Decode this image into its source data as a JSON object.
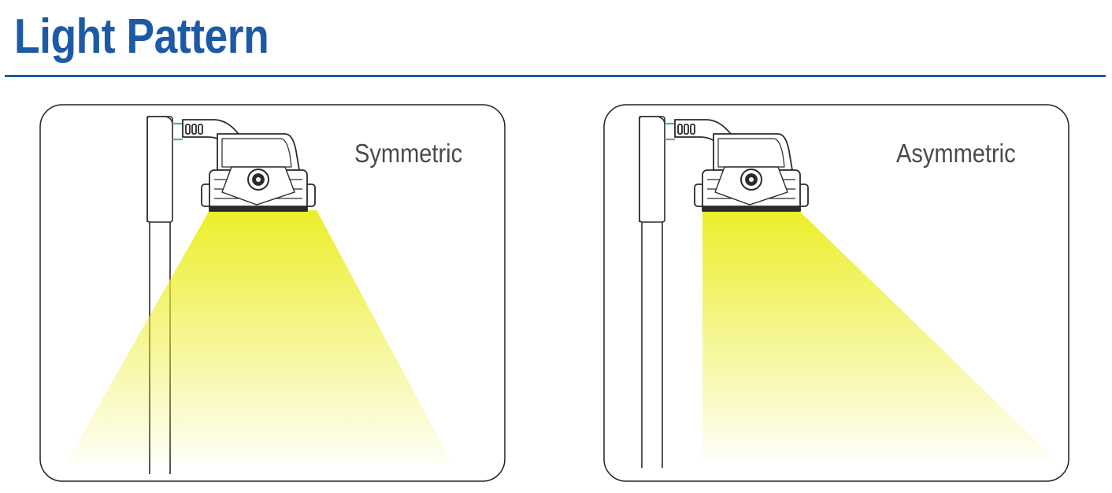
{
  "title": "Light Pattern",
  "colors": {
    "title": "#1d5aa6",
    "rule": "#1d5aa6",
    "beam": "#ecee2a",
    "fixture_accent": "#5cb85c",
    "outline": "#2a2a2a",
    "label": "#4a4a4a"
  },
  "panels": [
    {
      "label": "Symmetric",
      "pattern": "symmetric"
    },
    {
      "label": "Asymmetric",
      "pattern": "asymmetric"
    }
  ]
}
